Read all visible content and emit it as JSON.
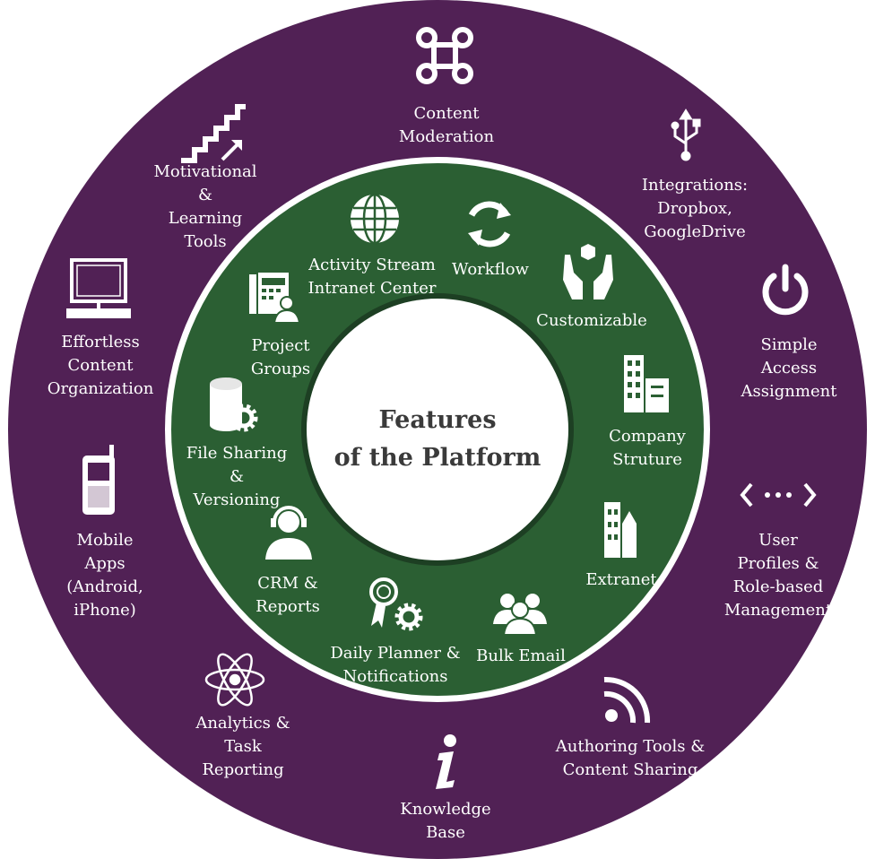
{
  "title": {
    "line1": "Features",
    "line2": "of the Platform"
  },
  "colors": {
    "outer_ring": "#512155",
    "inner_ring": "#2b5f33",
    "center": "#ffffff",
    "text": "#ffffff",
    "title_text": "#3a3a3a"
  },
  "outer_features": [
    {
      "icon": "command-key-icon",
      "lines": [
        "Content",
        "Moderation"
      ]
    },
    {
      "icon": "usb-icon",
      "lines": [
        "Integrations:",
        "Dropbox,",
        "GoogleDrive"
      ]
    },
    {
      "icon": "power-icon",
      "lines": [
        "Simple",
        "Access",
        "Assignment"
      ]
    },
    {
      "icon": "code-dots-icon",
      "lines": [
        "User",
        "Profiles &",
        "Role-based",
        "Management"
      ]
    },
    {
      "icon": "rss-icon",
      "lines": [
        "Authoring Tools &",
        "Content Sharing"
      ]
    },
    {
      "icon": "info-icon",
      "lines": [
        "Knowledge",
        "Base"
      ]
    },
    {
      "icon": "atom-icon",
      "lines": [
        "Analytics &",
        "Task",
        "Reporting"
      ]
    },
    {
      "icon": "mobile-phone-icon",
      "lines": [
        "Mobile",
        "Apps",
        "(Android,",
        "iPhone)"
      ]
    },
    {
      "icon": "monitor-icon",
      "lines": [
        "Effortless",
        "Content",
        "Organization"
      ]
    },
    {
      "icon": "stairs-icon",
      "lines": [
        "Motivational",
        "&",
        "Learning",
        "Tools"
      ]
    }
  ],
  "inner_features": [
    {
      "icon": "globe-icon",
      "lines": [
        "Activity Stream",
        "Intranet Center"
      ]
    },
    {
      "icon": "refresh-icon",
      "lines": [
        "Workflow"
      ]
    },
    {
      "icon": "hands-cube-icon",
      "lines": [
        "Customizable"
      ]
    },
    {
      "icon": "buildings-icon",
      "lines": [
        "Company",
        "Struture"
      ]
    },
    {
      "icon": "city-icon",
      "lines": [
        "Extranet"
      ]
    },
    {
      "icon": "people-group-icon",
      "lines": [
        "Bulk Email"
      ]
    },
    {
      "icon": "award-gear-icon",
      "lines": [
        "Daily Planner &",
        "Notifications"
      ]
    },
    {
      "icon": "headset-user-icon",
      "lines": [
        "CRM &",
        "Reports"
      ]
    },
    {
      "icon": "database-gear-icon",
      "lines": [
        "File Sharing",
        "&",
        "Versioning"
      ]
    },
    {
      "icon": "phone-users-icon",
      "lines": [
        "Project",
        "Groups"
      ]
    }
  ]
}
